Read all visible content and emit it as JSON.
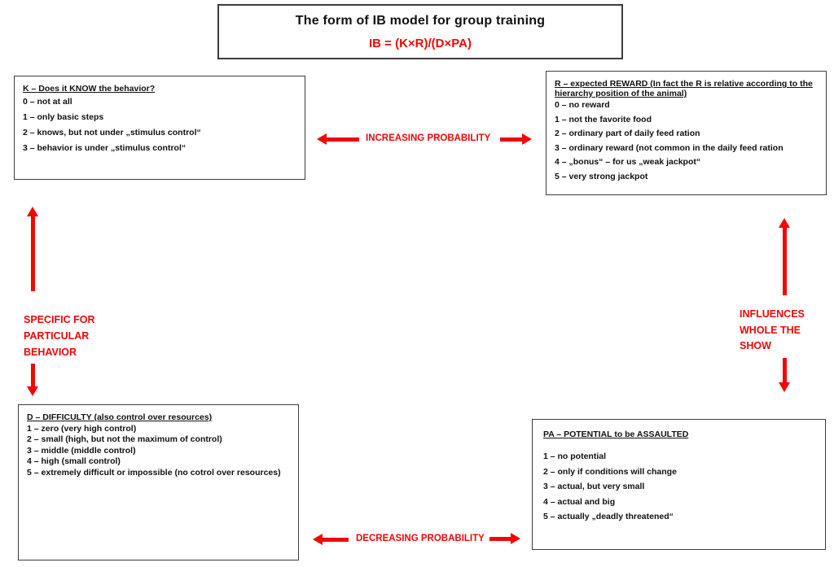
{
  "title": {
    "heading": "The form of IB model for group training",
    "formula": "IB = (K×R)/(D×PA)"
  },
  "colors": {
    "accent_red": "#f30505",
    "box_border": "#3c3c3c",
    "background": "#ffffff"
  },
  "boxes": {
    "k": {
      "heading": "K – Does it KNOW the behavior?",
      "items": [
        "0 – not at all",
        "1 – only basic steps",
        "2 – knows, but not under „stimulus control“",
        "3 – behavior is under „stimulus control“"
      ]
    },
    "r": {
      "heading": "R – expected REWARD  (In fact the R is relative according to the hierarchy position of the animal)",
      "items": [
        "0 – no reward",
        "1 – not the favorite food",
        "2 – ordinary part of daily feed ration",
        "3 – ordinary reward (not common in the daily feed ration",
        "4 – „bonus“ – for us „weak jackpot“",
        "5 – very strong jackpot"
      ]
    },
    "d": {
      "heading": "D – DIFFICULTY (also control over resources)",
      "items": [
        "1 – zero (very high control)",
        "2 – small (high, but not the maximum of control)",
        "3 – middle (middle control)",
        "4 – high (small control)",
        "5 – extremely difficult or impossible (no cotrol over resources)"
      ]
    },
    "pa": {
      "heading": "PA – POTENTIAL to be ASSAULTED",
      "items": [
        "1 – no potential",
        "2 – only if conditions will change",
        "3 – actual, but very small",
        "4 – actual and big",
        "5 – actually „deadly threatened“"
      ]
    }
  },
  "labels": {
    "increasing": "INCREASING PROBABILITY",
    "decreasing": "DECREASING PROBABILITY",
    "left_side": [
      "SPECIFIC FOR",
      "PARTICULAR",
      "BEHAVIOR"
    ],
    "right_side": [
      "INFLUENCES",
      "WHOLE THE",
      "SHOW"
    ]
  }
}
